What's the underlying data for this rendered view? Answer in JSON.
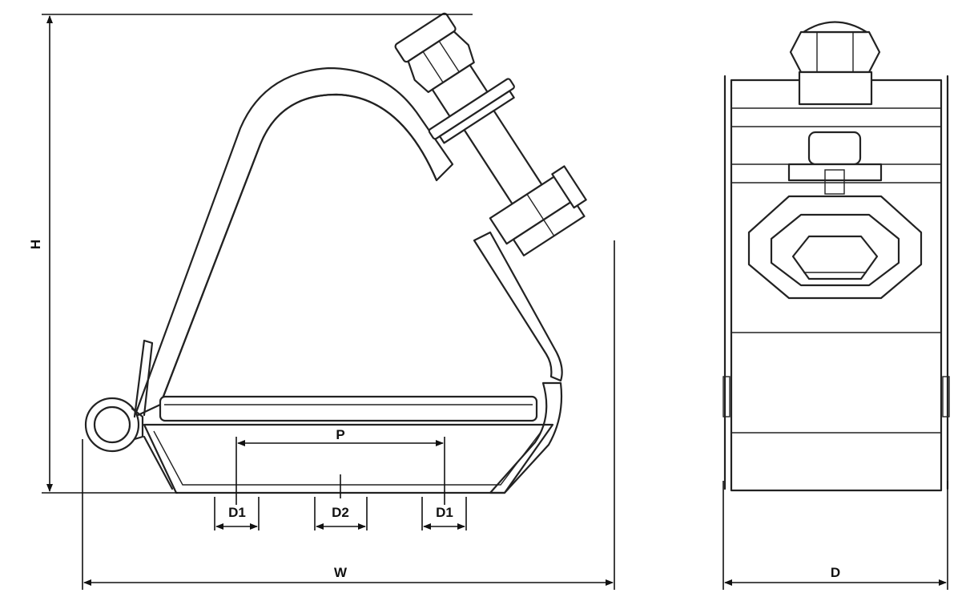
{
  "title": "Cable clamp dimension drawing",
  "labels": {
    "height": "H",
    "width": "W",
    "depth": "D",
    "pitch": "P",
    "d1_left": "D1",
    "d2": "D2",
    "d1_right": "D1"
  },
  "colors": {
    "line": "#222222",
    "background": "#ffffff"
  }
}
